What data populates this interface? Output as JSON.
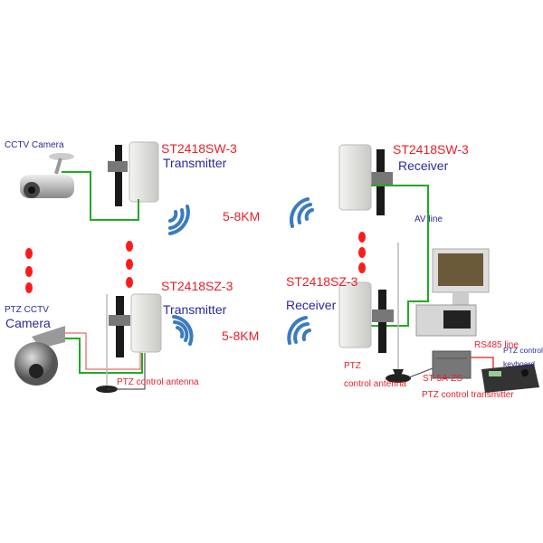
{
  "colors": {
    "model": "#e8202a",
    "role": "#2a2a9a",
    "av_line": "#22aa22",
    "control_line": "#e84040",
    "wave": "#3a7cc0",
    "dots": "#ff1a1a"
  },
  "top_left": {
    "camera_label": "CCTV Camera",
    "model": "ST2418SW-3",
    "role": "Transmitter",
    "distance": "5-8KM"
  },
  "bottom_left": {
    "camera_label_line1": "PTZ CCTV",
    "camera_label_line2": "Camera",
    "model": "ST2418SZ-3",
    "role": "Transmitter",
    "distance": "5-8KM",
    "antenna_label": "PTZ control antenna"
  },
  "top_right": {
    "model": "ST2418SW-3",
    "role": "Receiver",
    "av_label": "AV line"
  },
  "bottom_right": {
    "model": "ST2418SZ-3",
    "role": "Receiver",
    "antenna_label_line1": "PTZ",
    "antenna_label_line2": "control antenna",
    "rs485_label": "RS485 line",
    "keyboard_label_line1": "PTZ control",
    "keyboard_label_line2": "keyboard",
    "device_model": "ST-5A-ZS",
    "device_label": "PTZ control transmitter"
  }
}
